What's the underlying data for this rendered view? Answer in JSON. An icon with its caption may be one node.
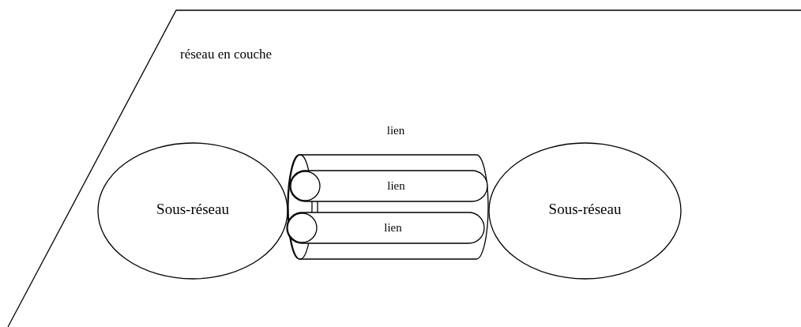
{
  "diagram": {
    "nodes": [
      {
        "text": [
          "réseau en couche"
        ]
      },
      {
        "text": [
          "Sous-réseau"
        ],
        "in": 0
      },
      {
        "text": [
          "lien"
        ],
        "in": 0
      },
      {
        "text": [
          "lien"
        ],
        "in": 2
      },
      {
        "text": [
          "lien"
        ],
        "in": 2
      },
      {
        "text": [
          "Sous-réseau"
        ],
        "in": 0
      }
    ],
    "edges": [
      {
        "from": 3,
        "to": 4,
        "arrow": "none"
      }
    ]
  }
}
